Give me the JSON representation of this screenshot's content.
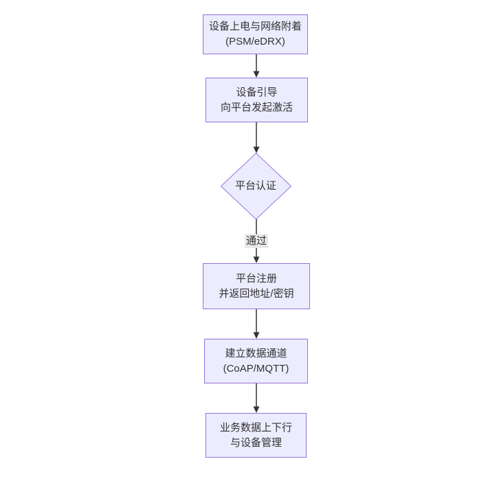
{
  "diagram": {
    "type": "flowchart-top-down",
    "nodes": [
      {
        "id": "attach",
        "shape": "rect",
        "lines": [
          "设备上电与网络附着",
          "(PSM/eDRX)"
        ]
      },
      {
        "id": "bootstrap",
        "shape": "rect",
        "lines": [
          "设备引导",
          "向平台发起激活"
        ]
      },
      {
        "id": "auth",
        "shape": "diamond",
        "lines": [
          "平台认证"
        ]
      },
      {
        "id": "register",
        "shape": "rect",
        "lines": [
          "平台注册",
          "并返回地址/密钥"
        ]
      },
      {
        "id": "channel",
        "shape": "rect",
        "lines": [
          "建立数据通道",
          "(CoAP/MQTT)"
        ]
      },
      {
        "id": "business",
        "shape": "rect",
        "lines": [
          "业务数据上下行",
          "与设备管理"
        ]
      }
    ],
    "edges": [
      {
        "from": "attach",
        "to": "bootstrap",
        "label": ""
      },
      {
        "from": "bootstrap",
        "to": "auth",
        "label": ""
      },
      {
        "from": "auth",
        "to": "register",
        "label": "通过"
      },
      {
        "from": "register",
        "to": "channel",
        "label": ""
      },
      {
        "from": "channel",
        "to": "business",
        "label": ""
      }
    ],
    "colors": {
      "node_fill": "#ECECFF",
      "node_border": "#9370DB",
      "text": "#333333",
      "edge": "#333333",
      "edge_label_bg": "#e8e8e8",
      "background": "#ffffff"
    }
  }
}
